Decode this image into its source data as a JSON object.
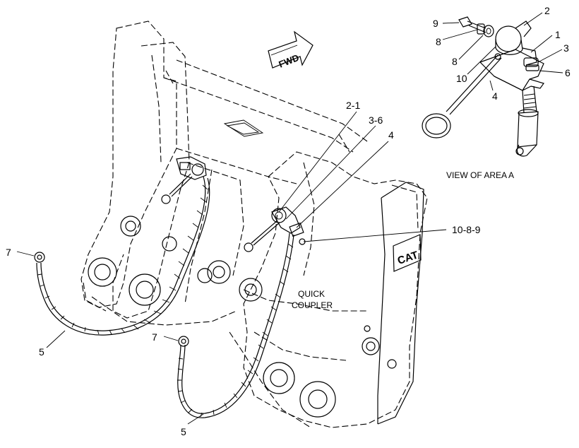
{
  "labels": {
    "fwd": "FWD",
    "view_caption": "VIEW OF AREA A",
    "quick_coupler_line1": "QUICK",
    "quick_coupler_line2": "COUPLER",
    "cat_logo": "CAT",
    "callout_2_1": "2-1",
    "callout_3_6": "3-6",
    "callout_4_main": "4",
    "callout_10_8_9": "10-8-9",
    "callout_7_left": "7",
    "callout_7_right": "7",
    "callout_5_left": "5",
    "callout_5_right": "5",
    "detail_9": "9",
    "detail_8_top": "8",
    "detail_8_mid": "8",
    "detail_10": "10",
    "detail_2": "2",
    "detail_1": "1",
    "detail_3": "3",
    "detail_6": "6",
    "detail_4": "4"
  },
  "colors": {
    "line": "#000000",
    "background": "#ffffff"
  }
}
